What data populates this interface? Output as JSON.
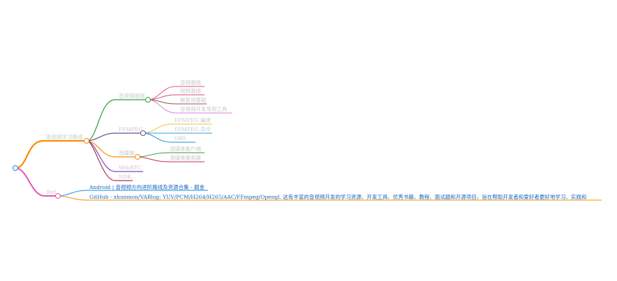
{
  "mindmap": {
    "root": {
      "label": ""
    },
    "main": {
      "label": "音视频学习路线",
      "children": [
        {
          "label": "音视频基础",
          "children": [
            "音频基础",
            "视频基础",
            "解复用基础",
            "音视频开发常用工具"
          ]
        },
        {
          "label": "FFMPEG",
          "children": [
            "FFMPEG 编译",
            "FFMPEG 命令",
            "OBS"
          ]
        },
        {
          "label": "流媒体",
          "children": [
            "流媒体客户端",
            "流媒体服务器"
          ]
        },
        {
          "label": "WebRTC",
          "children": []
        },
        {
          "label": "NDK",
          "children": []
        }
      ]
    },
    "ref": {
      "label": "Ref",
      "links": [
        "Android | 音视频方向进阶路线及资源合集 - 掘金",
        "GitHub - xhunmon/VABlog: YUV/PCM/H264/H265/AAC/FFmpeg/Opengl. 这有丰富的音视频开发的学习资源、开发工具、优秀书籍、教程、面试题和开源项目，旨在帮助开发者和爱好者更好地学习、实践和"
      ]
    }
  },
  "colors": {
    "root": "#1e88e5",
    "main": "#fb8c00",
    "ref": "#e056b5",
    "basics": "#2e9e32",
    "ffmpeg": "#6d4c8a",
    "stream": "#fb8c00",
    "webrtc": "#7b4ab8",
    "ndk": "#b0305a",
    "leaf_audio": "#e0567a",
    "leaf_video": "#d84c7c",
    "leaf_demux": "#8a5a50",
    "leaf_tools": "#d97fd5",
    "leaf_ff_compile": "#f0c040",
    "leaf_ff_cmd": "#2aa3e0",
    "leaf_obs": "#1e88e5",
    "leaf_client": "#2e9e32",
    "leaf_server": "#c0305a",
    "link_android": "#1e88e5",
    "link_github": "#fb8c00"
  }
}
